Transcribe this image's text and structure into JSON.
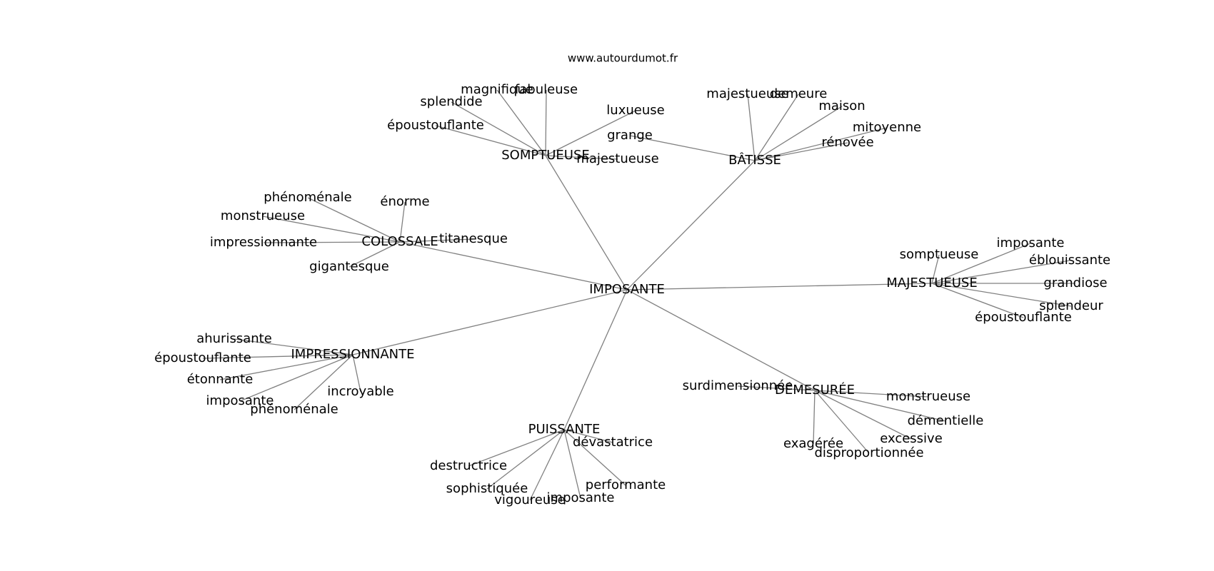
{
  "source": "www.autourdumot.fr",
  "center": "IMPOSANTE",
  "hubs": [
    {
      "id": "somptueuse",
      "label": "SOMPTUEUSE",
      "leaves": [
        "magnifique",
        "fabuleuse",
        "splendide",
        "époustouflante",
        "luxueuse",
        "majestueuse"
      ]
    },
    {
      "id": "batisse",
      "label": "BÂTISSE",
      "leaves": [
        "majestueuse",
        "demeure",
        "maison",
        "mitoyenne",
        "rénovée",
        "grange"
      ]
    },
    {
      "id": "colossale",
      "label": "COLOSSALE",
      "leaves": [
        "phénoménale",
        "énorme",
        "monstrueuse",
        "impressionnante",
        "titanesque",
        "gigantesque"
      ]
    },
    {
      "id": "majestueuse",
      "label": "MAJESTUEUSE",
      "leaves": [
        "somptueuse",
        "imposante",
        "éblouissante",
        "grandiose",
        "splendeur",
        "époustouflante"
      ]
    },
    {
      "id": "impressionnante",
      "label": "IMPRESSIONNANTE",
      "leaves": [
        "ahurissante",
        "époustouflante",
        "étonnante",
        "imposante",
        "phénoménale",
        "incroyable"
      ]
    },
    {
      "id": "demesuree",
      "label": "DÉMESURÉE",
      "leaves": [
        "surdimensionnée",
        "monstrueuse",
        "démentielle",
        "excessive",
        "exagérée",
        "disproportionnée"
      ]
    },
    {
      "id": "puissante",
      "label": "PUISSANTE",
      "leaves": [
        "dévastatrice",
        "destructrice",
        "sophistiquée",
        "performante",
        "vigoureuse",
        "imposante"
      ]
    }
  ]
}
